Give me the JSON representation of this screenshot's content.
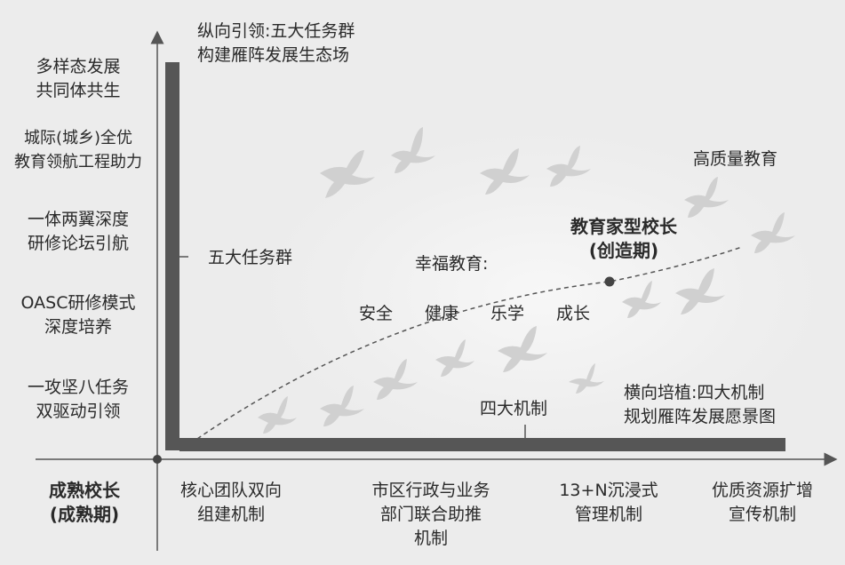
{
  "top_title": [
    "纵向引领:五大任务群",
    "构建雁阵发展生态场"
  ],
  "left_column": [
    [
      "多样态发展",
      "共同体共生"
    ],
    [
      "城际(城乡)全优",
      "教育领航工程助力"
    ],
    [
      "一体两翼深度",
      "研修论坛引航"
    ],
    [
      "OASC研修模式",
      "深度培养"
    ],
    [
      "一攻坚八任务",
      "双驱动引领"
    ]
  ],
  "five_groups_label": "五大任务群",
  "high_quality": "高质量教育",
  "education_principal": [
    "教育家型校长",
    "(创造期)"
  ],
  "happy_education": "幸福教育:",
  "happy_items": [
    "安全",
    "健康",
    "乐学",
    "成长"
  ],
  "four_mechanisms": "四大机制",
  "horizontal_title": [
    "横向培植:四大机制",
    "规划雁阵发展愿景图"
  ],
  "mature_principal": [
    "成熟校长",
    "(成熟期)"
  ],
  "bottom_items": [
    [
      "核心团队双向",
      "组建机制"
    ],
    [
      "市区行政与业务",
      "部门联合助推",
      "机制"
    ],
    [
      "13+N沉浸式",
      "管理机制"
    ],
    [
      "优质资源扩增",
      "宣传机制"
    ]
  ],
  "colors": {
    "bar": "#555555",
    "text": "#2a2a2a",
    "axis": "#555555",
    "bird": "#cfcfcf"
  }
}
